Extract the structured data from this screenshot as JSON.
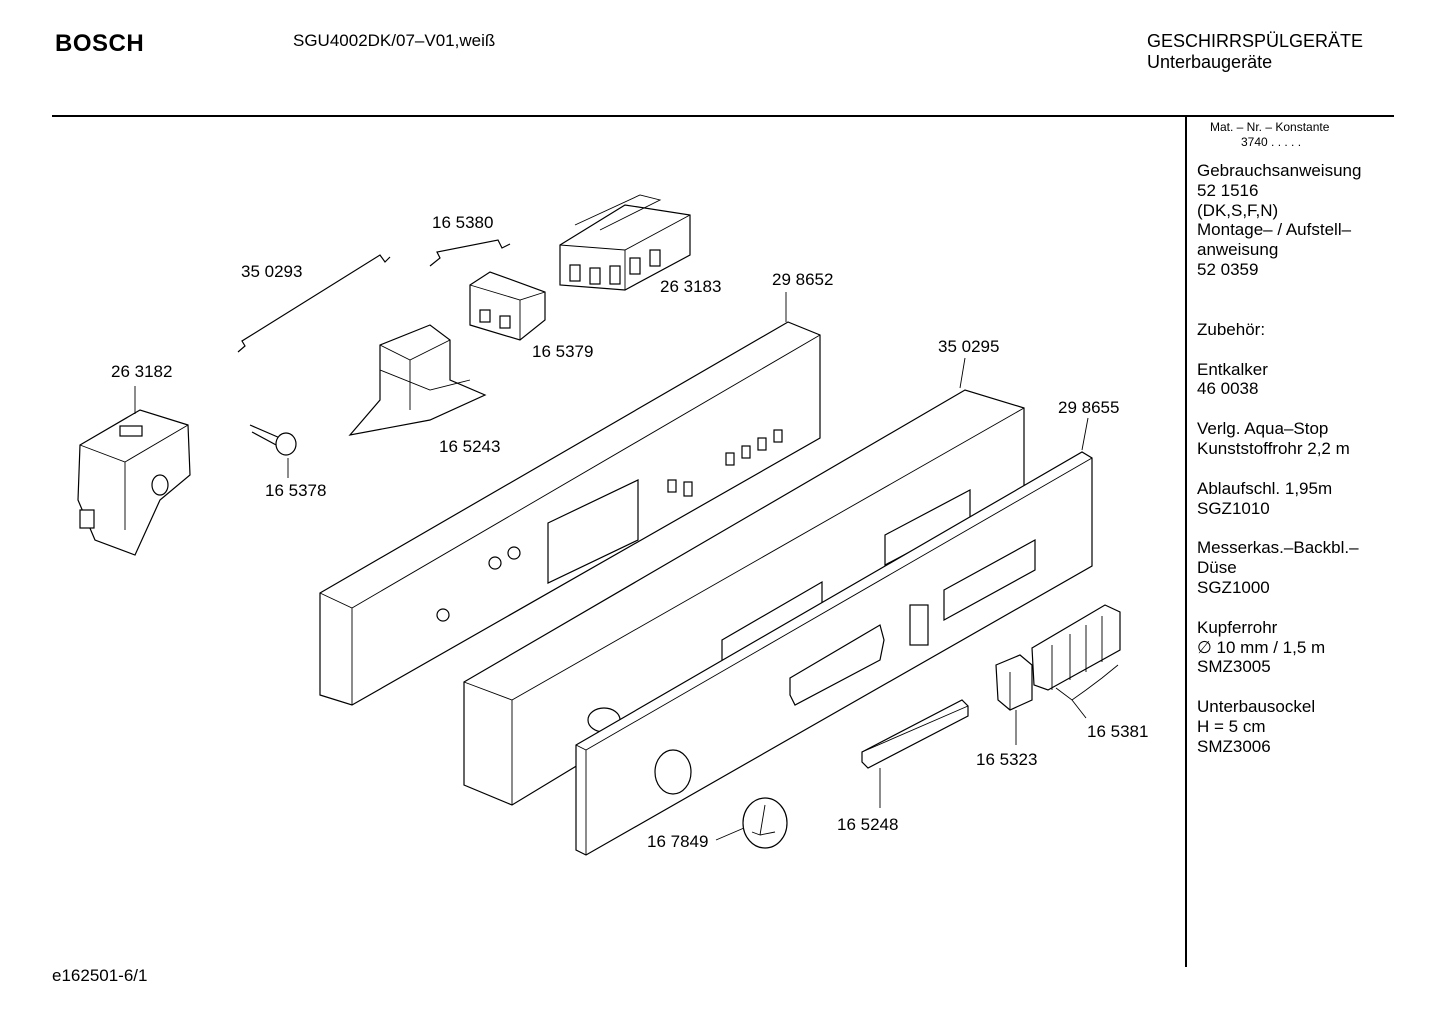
{
  "header": {
    "brand": "BOSCH",
    "model": "SGU4002DK/07–V01,weiß",
    "category_line1": "GESCHIRRSPÜLGERÄTE",
    "category_line2": "Unterbaugeräte"
  },
  "sidebar": {
    "mat_konstante_label": "Mat. – Nr. – Konstante",
    "mat_konstante_value": "3740 .  .  .  .  .",
    "groups": [
      [
        "Gebrauchsanweisung",
        "52 1516",
        "(DK,S,F,N)",
        "Montage– / Aufstell–",
        "anweisung",
        "52 0359"
      ],
      [
        "Zubehör:"
      ],
      [
        "Entkalker",
        "46 0038"
      ],
      [
        "Verlg. Aqua–Stop",
        "Kunststoffrohr 2,2 m"
      ],
      [
        "Ablaufschl. 1,95m",
        "SGZ1010"
      ],
      [
        "Messerkas.–Backbl.–",
        "Düse",
        "SGZ1000"
      ],
      [
        "Kupferrohr",
        "∅ 10 mm / 1,5 m",
        "SMZ3005"
      ],
      [
        "Unterbausockel",
        "H = 5 cm",
        "SMZ3006"
      ]
    ]
  },
  "parts": {
    "p350293": "35 0293",
    "p165380": "16 5380",
    "p263183": "26 3183",
    "p298652": "29 8652",
    "p165379": "16 5379",
    "p263182": "26 3182",
    "p165243": "16 5243",
    "p165378": "16 5378",
    "p350295": "35 0295",
    "p298655": "29 8655",
    "p165381": "16 5381",
    "p165323": "16 5323",
    "p165248": "16 5248",
    "p167849": "16 7849"
  },
  "footer": {
    "doc_id": "e162501-6/1"
  }
}
